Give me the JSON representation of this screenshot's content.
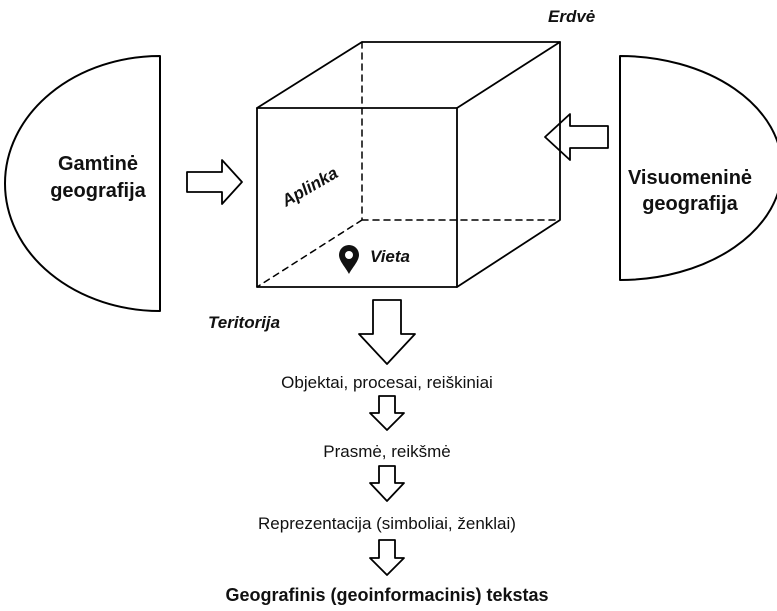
{
  "left_half_circle": {
    "line1": "Gamtinė",
    "line2": "geografija"
  },
  "right_half_circle": {
    "line1": "Visuomeninė",
    "line2": "geografija"
  },
  "cube": {
    "top_label": "Erdvė",
    "bottom_label": "Teritorija",
    "inner_label": "Aplinka",
    "place_label": "Vieta",
    "place_icon": "location-pin-icon"
  },
  "flow": {
    "step1": "Objektai, procesai, reiškiniai",
    "step2": "Prasmė, reikšmė",
    "step3": "Reprezentacija (simboliai, ženklai)",
    "step4": "Geografinis (geoinformacinis) tekstas"
  },
  "colors": {
    "stroke": "#000000",
    "background": "#ffffff",
    "text": "#111111"
  }
}
